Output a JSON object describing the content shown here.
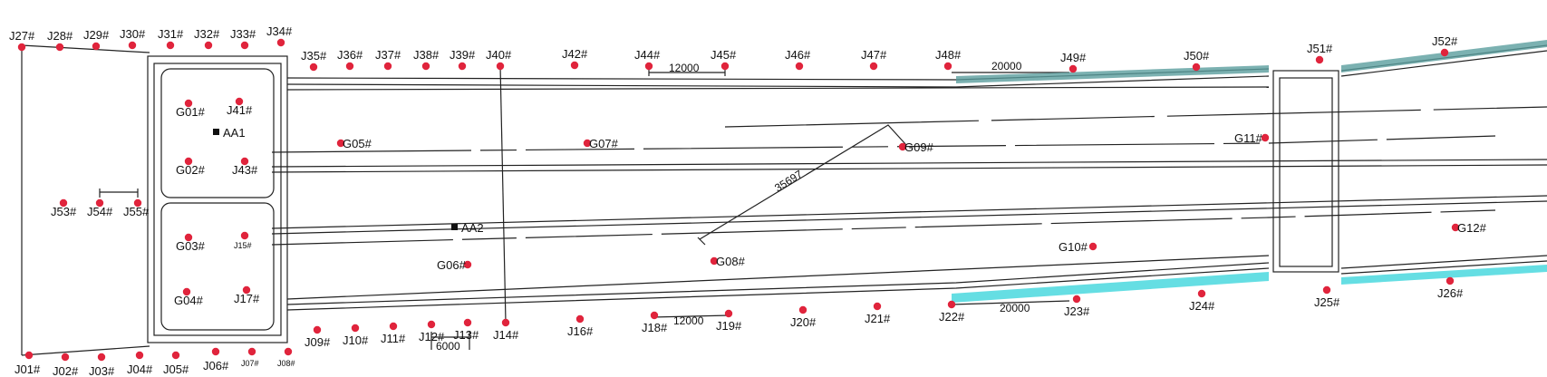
{
  "colors": {
    "point": "#e0243c",
    "line": "#222222",
    "cyan": "#3fd6dc",
    "teal": "#5a9e9e"
  },
  "top_points": [
    "J27#",
    "J28#",
    "J29#",
    "J30#",
    "J31#",
    "J32#",
    "J33#",
    "J34#"
  ],
  "top_points_2": [
    "J35#",
    "J36#",
    "J37#",
    "J38#",
    "J39#",
    "J40#",
    "J42#",
    "J44#",
    "J45#",
    "J46#",
    "J47#",
    "J48#",
    "J49#",
    "J50#",
    "J51#",
    "J52#"
  ],
  "bottom_points": [
    "J01#",
    "J02#",
    "J03#",
    "J04#",
    "J05#",
    "J06#",
    "J07#",
    "J08#"
  ],
  "bottom_points_2": [
    "J09#",
    "J10#",
    "J11#",
    "J12#",
    "J13#",
    "J14#",
    "J16#",
    "J18#",
    "J19#",
    "J20#",
    "J21#",
    "J22#",
    "J23#",
    "J24#",
    "J25#",
    "J26#"
  ],
  "left_points": [
    "J53#",
    "J54#",
    "J55#"
  ],
  "inner_points": [
    "G01#",
    "J41#",
    "G02#",
    "J43#",
    "G03#",
    "J15#",
    "G04#",
    "J17#"
  ],
  "g_points": [
    "G05#",
    "G07#",
    "G09#",
    "G11#",
    "G06#",
    "G08#",
    "G10#",
    "G12#"
  ],
  "markers": [
    "AA1",
    "AA2"
  ],
  "dims": {
    "top_12000": "12000",
    "top_20000": "20000",
    "bottom_12000": "12000",
    "bottom_20000": "20000",
    "bottom_6000": "6000",
    "diag": "35697"
  }
}
